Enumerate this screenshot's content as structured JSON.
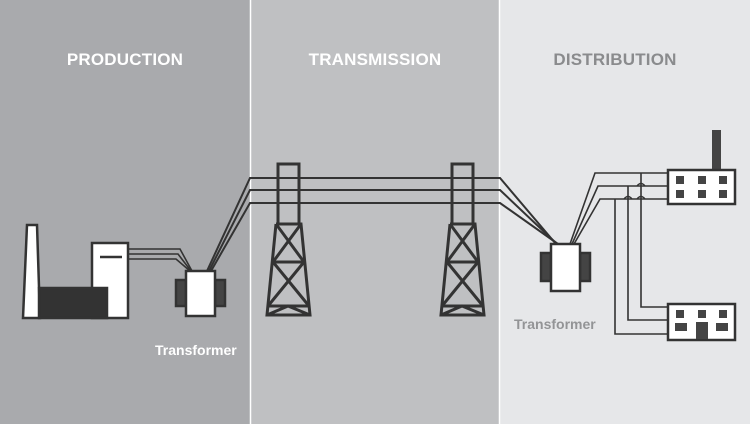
{
  "colors": {
    "production_bg": "#a9aaad",
    "transmission_bg": "#bfc0c2",
    "distribution_bg": "#e6e7e9",
    "divider": "#ffffff",
    "stroke": "#333333",
    "fill_dark": "#333333",
    "fill_light": "#ffffff"
  },
  "sections": [
    {
      "title": "PRODUCTION",
      "icons": [
        "power-plant-icon",
        "transformer-icon"
      ]
    },
    {
      "title": "TRANSMISSION",
      "icons": [
        "pylon-icon",
        "pylon-icon"
      ]
    },
    {
      "title": "DISTRIBUTION",
      "icons": [
        "transformer-icon",
        "factory-building-icon",
        "house-building-icon"
      ]
    }
  ],
  "labels": {
    "production_transformer": "Transformer",
    "distribution_transformer": "Transformer"
  }
}
